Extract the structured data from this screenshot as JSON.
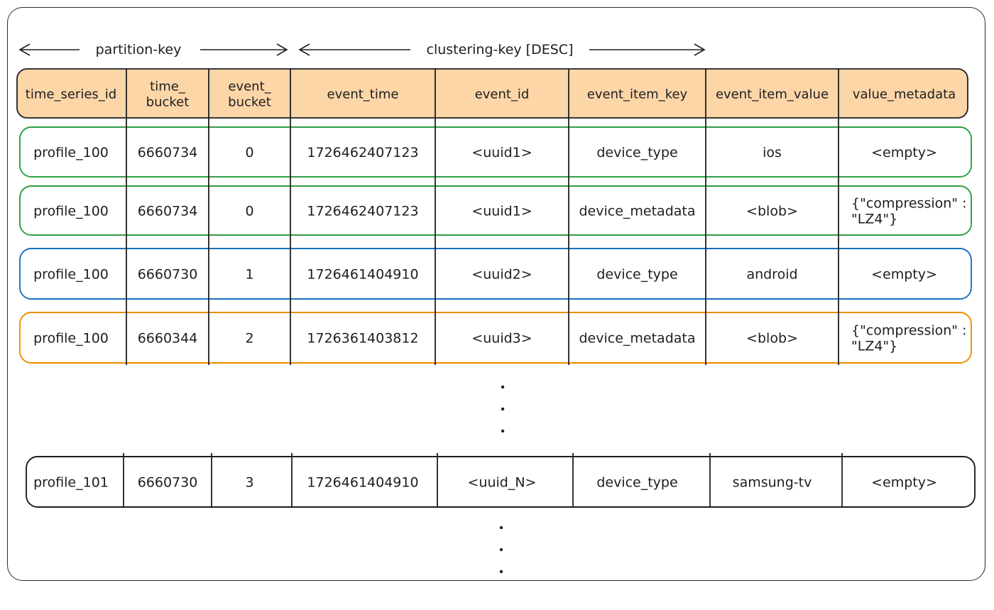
{
  "key_labels": {
    "partition": "partition-key",
    "clustering": "clustering-key [DESC]"
  },
  "header": {
    "cells": [
      [
        "time_series_id"
      ],
      [
        "time_",
        "bucket"
      ],
      [
        "event_",
        "bucket"
      ],
      [
        "event_time"
      ],
      [
        "event_id"
      ],
      [
        "event_item_key"
      ],
      [
        "event_item_value"
      ],
      [
        "value_metadata"
      ]
    ],
    "fill": "#fdd6a8"
  },
  "rows": [
    {
      "color": "#2f9e44",
      "cells": [
        [
          "profile_100"
        ],
        [
          "6660734"
        ],
        [
          "0"
        ],
        [
          "1726462407123"
        ],
        [
          "<uuid1>"
        ],
        [
          "device_type"
        ],
        [
          "ios"
        ],
        [
          "<empty>"
        ]
      ]
    },
    {
      "color": "#2f9e44",
      "cells": [
        [
          "profile_100"
        ],
        [
          "6660734"
        ],
        [
          "0"
        ],
        [
          "1726462407123"
        ],
        [
          "<uuid1>"
        ],
        [
          "device_metadata"
        ],
        [
          "<blob>"
        ],
        [
          "{\"compression\" :",
          "\"LZ4\"}"
        ]
      ]
    },
    {
      "color": "#1971c2",
      "cells": [
        [
          "profile_100"
        ],
        [
          "6660730"
        ],
        [
          "1"
        ],
        [
          "1726461404910"
        ],
        [
          "<uuid2>"
        ],
        [
          "device_type"
        ],
        [
          "android"
        ],
        [
          "<empty>"
        ]
      ]
    },
    {
      "color": "#f08c00",
      "cells": [
        [
          "profile_100"
        ],
        [
          "6660344"
        ],
        [
          "2"
        ],
        [
          "1726361403812"
        ],
        [
          "<uuid3>"
        ],
        [
          "device_metadata"
        ],
        [
          "<blob>"
        ],
        [
          "{\"compression\" :",
          "\"LZ4\"}"
        ]
      ]
    },
    {
      "color": "#1e1e1e",
      "cells": [
        [
          "profile_101"
        ],
        [
          "6660730"
        ],
        [
          "3"
        ],
        [
          "1726461404910"
        ],
        [
          "<uuid_N>"
        ],
        [
          "device_type"
        ],
        [
          "samsung-tv"
        ],
        [
          "<empty>"
        ]
      ]
    }
  ]
}
